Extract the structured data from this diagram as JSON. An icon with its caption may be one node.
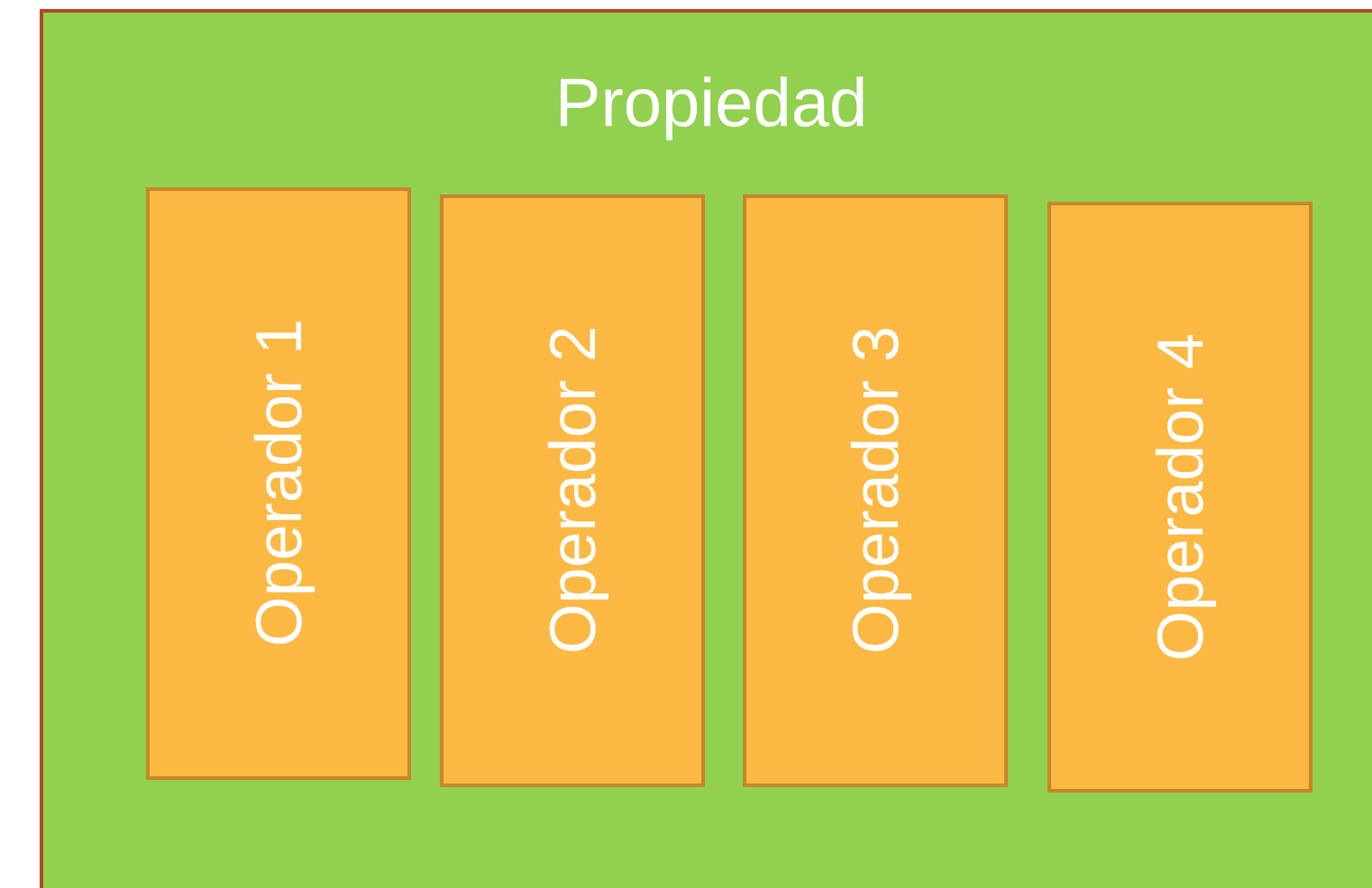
{
  "diagram": {
    "nodes": [
      {
        "text": [
          "Propiedad"
        ]
      },
      {
        "text": [
          "Operador 1"
        ],
        "in": 0
      },
      {
        "text": [
          "Operador 2"
        ],
        "in": 0
      },
      {
        "text": [
          "Operador 3"
        ],
        "in": 0
      },
      {
        "text": [
          "Operador 4"
        ],
        "in": 0
      }
    ]
  }
}
